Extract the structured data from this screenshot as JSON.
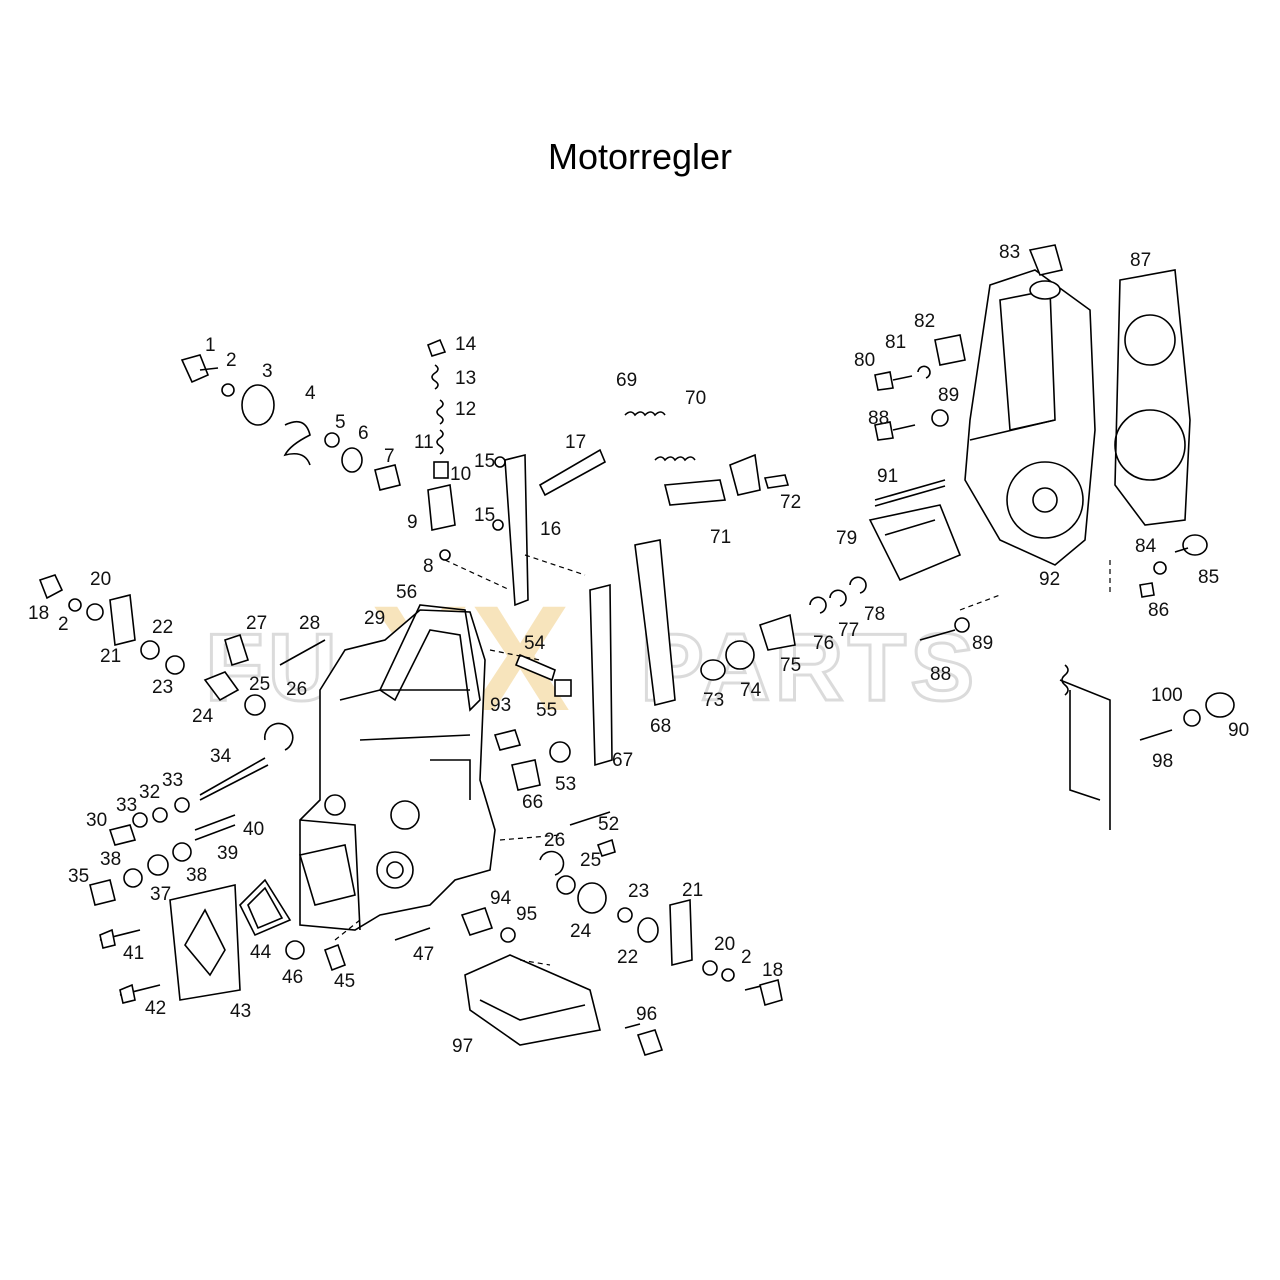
{
  "title": "Motorregler",
  "watermark": {
    "text_left": "FU",
    "text_x": "XX",
    "text_right": "PARTS",
    "accent_color": "#f2cf86",
    "outline_color": "#c9c9c9"
  },
  "callouts": [
    "1",
    "2",
    "3",
    "4",
    "5",
    "6",
    "7",
    "8",
    "9",
    "10",
    "11",
    "12",
    "13",
    "14",
    "15",
    "15",
    "16",
    "17",
    "18",
    "2",
    "20",
    "21",
    "22",
    "23",
    "24",
    "25",
    "26",
    "27",
    "28",
    "29",
    "30",
    "33",
    "32",
    "33",
    "34",
    "35",
    "38",
    "37",
    "38",
    "39",
    "40",
    "41",
    "42",
    "43",
    "44",
    "46",
    "45",
    "47",
    "52",
    "53",
    "54",
    "55",
    "56",
    "66",
    "67",
    "68",
    "69",
    "70",
    "71",
    "72",
    "73",
    "74",
    "75",
    "76",
    "77",
    "78",
    "79",
    "80",
    "81",
    "82",
    "83",
    "87",
    "88",
    "89",
    "91",
    "92",
    "84",
    "85",
    "86",
    "88",
    "89",
    "93",
    "100",
    "90",
    "98",
    "26",
    "25",
    "24",
    "23",
    "22",
    "21",
    "20",
    "2",
    "18",
    "94",
    "95",
    "96",
    "97"
  ]
}
